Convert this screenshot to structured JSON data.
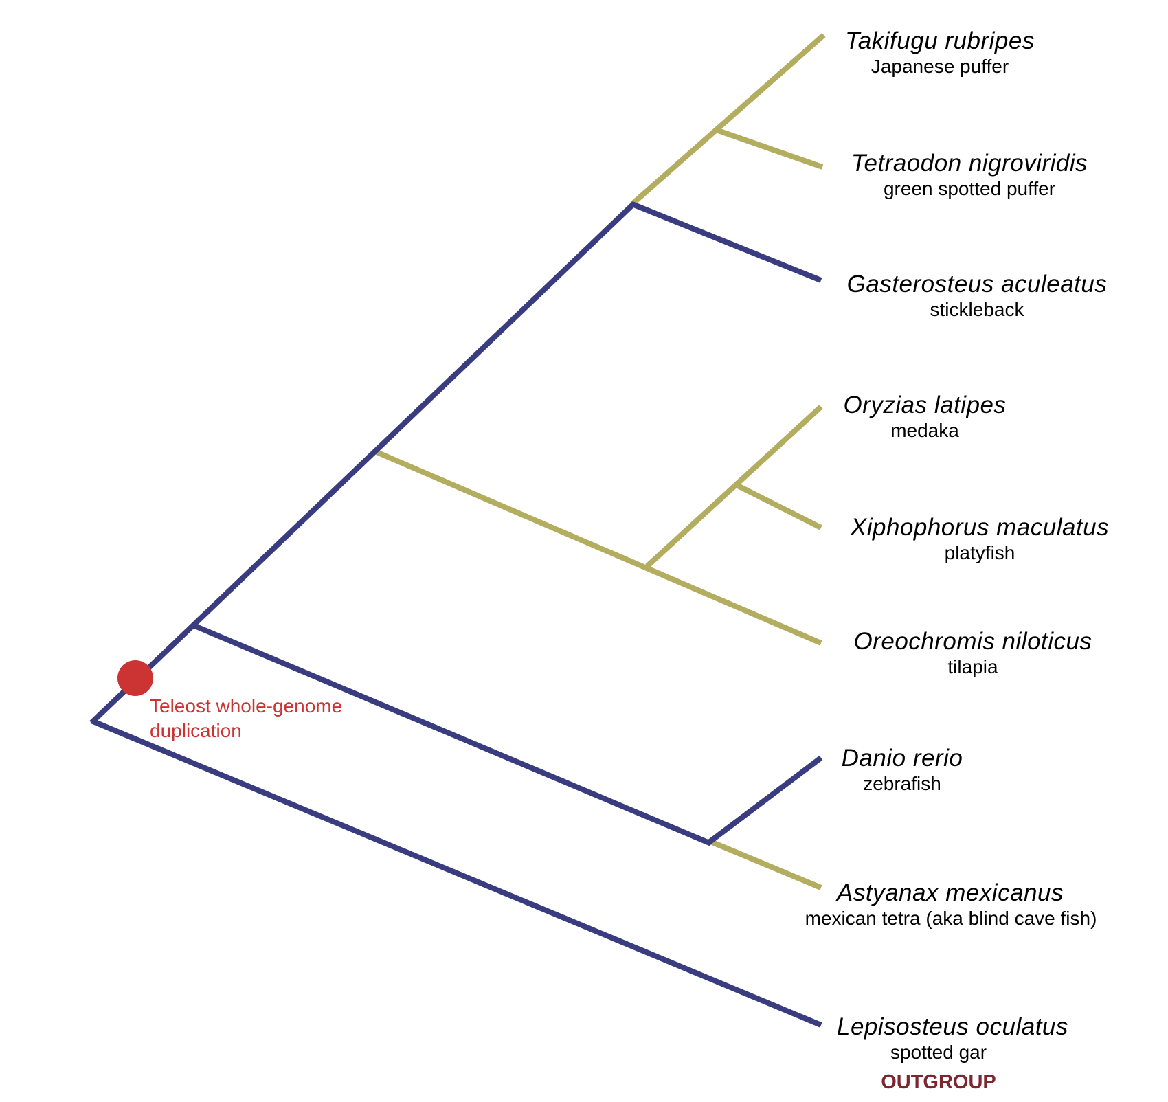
{
  "colors": {
    "duplicated_lineage": "#3a3c80",
    "lost_duplicate_lineage": "#b3ad60",
    "event_marker": "#cc3434",
    "outgroup_label": "#7a2730"
  },
  "taxa": [
    {
      "id": "takifugu",
      "scientific_name": "Takifugu rubripes",
      "common_name": "Japanese puffer"
    },
    {
      "id": "tetraodon",
      "scientific_name": "Tetraodon nigroviridis",
      "common_name": "green spotted puffer"
    },
    {
      "id": "gasterosteus",
      "scientific_name": "Gasterosteus aculeatus",
      "common_name": "stickleback"
    },
    {
      "id": "oryzias",
      "scientific_name": "Oryzias latipes",
      "common_name": "medaka"
    },
    {
      "id": "xiphophorus",
      "scientific_name": "Xiphophorus maculatus",
      "common_name": "platyfish"
    },
    {
      "id": "oreochromis",
      "scientific_name": "Oreochromis niloticus",
      "common_name": "tilapia"
    },
    {
      "id": "danio",
      "scientific_name": "Danio rerio",
      "common_name": "zebrafish"
    },
    {
      "id": "astyanax",
      "scientific_name": "Astyanax mexicanus",
      "common_name": "mexican tetra (aka blind cave fish)"
    },
    {
      "id": "lepisosteus",
      "scientific_name": "Lepisosteus oculatus",
      "common_name": "spotted gar",
      "tag": "OUTGROUP"
    }
  ],
  "event": {
    "label": "Teleost whole-genome duplication"
  }
}
